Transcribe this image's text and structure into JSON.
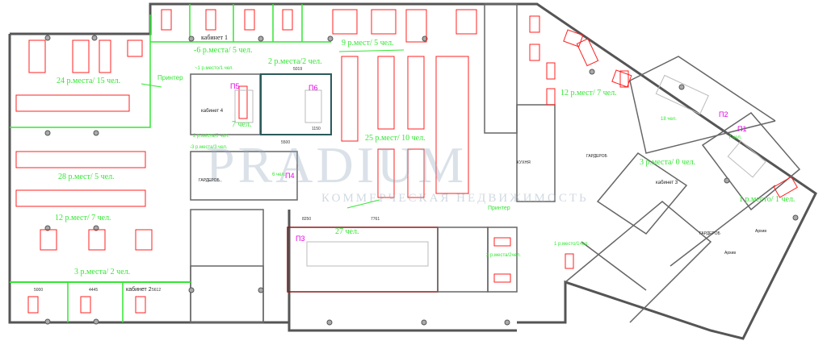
{
  "watermark": {
    "brand": "PRADIUM",
    "subtitle": "КОММЕРЧЕСКАЯ НЕДВИЖИМОСТЬ"
  },
  "zones": {
    "z1": "-6  р.места/ 5 чел.",
    "z2": "2  р.места/2  чел.",
    "z3": "~1 р.место/1 чел.",
    "z4": "24  р.места/ 15 чел.",
    "z5": "9  р.мест/ 5 чел.",
    "z6": "12  р.мест/ 7 чел.",
    "z7": "25  р.мест/ 10 чел.",
    "z8": "7  чел.",
    "z9": "2 р.места/0 чел.",
    "z10": "-3 р.места/3 чел.",
    "z11": "6 чел.",
    "z12": "28  р.мест/ 5 чел.",
    "z13": "12  р.мест/ 7 чел.",
    "z14": "3  р.места/ 2 чел.",
    "z15": "3  р.места/ 0 чел.",
    "z16": "1 р.место/ 1 чел.",
    "z17": "27  чел.",
    "z18": "2 р.места/2чел.",
    "z19": "1 р.место/1чел.",
    "z20": "18 чел.",
    "z21": "7 чел."
  },
  "printers": [
    "Принтер",
    "Принтер"
  ],
  "rooms": {
    "p1": "П1",
    "p2": "П2",
    "p3": "П3",
    "p4": "П4",
    "p5": "П5",
    "p6": "П6",
    "cab1": "кабинет 1",
    "cab2": "кабинет 2",
    "cab3": "кабинет 3",
    "cab4": "кабинет 4",
    "wardrobe1": "ГАРДЕРОБ",
    "wardrobe2": "ГАРДЕРОБ",
    "wardrobe3": "ГАРДЕРОБ",
    "kitchen": "КУХНЯ",
    "archive1": "Архив",
    "archive2": "Архив"
  },
  "dimensions": [
    "5019",
    "5500",
    "1150",
    "8250",
    "7761",
    "5000",
    "4445",
    "5612"
  ],
  "colors": {
    "zone_text": "#33e633",
    "room_code": "#e600e6",
    "furniture": "#ff2020",
    "wall": "#555555"
  }
}
